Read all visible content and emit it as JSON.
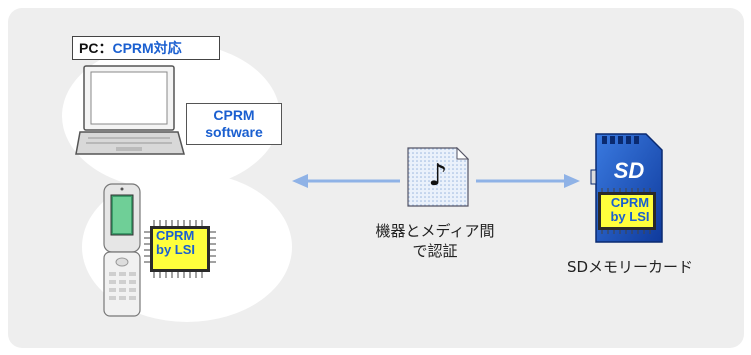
{
  "pc_label": {
    "prefix": "PC：",
    "feature": "CPRM対応"
  },
  "software_label": {
    "line1": "CPRM",
    "line2": "software"
  },
  "phone_chip": {
    "line1": "CPRM",
    "line2": "by LSI"
  },
  "sd_chip": {
    "line1": "CPRM",
    "line2": "by LSI"
  },
  "auth_caption": {
    "line1": "機器とメディア間",
    "line2": "で認証"
  },
  "sd_caption": "SDメモリーカード",
  "music_icon": "♪",
  "colors": {
    "panel": "#eeeeee",
    "accent_blue": "#1a5fd0",
    "arrow": "#8fb2e6",
    "chip_yellow": "#ffff3c",
    "sd_blue": "#1446b4"
  }
}
